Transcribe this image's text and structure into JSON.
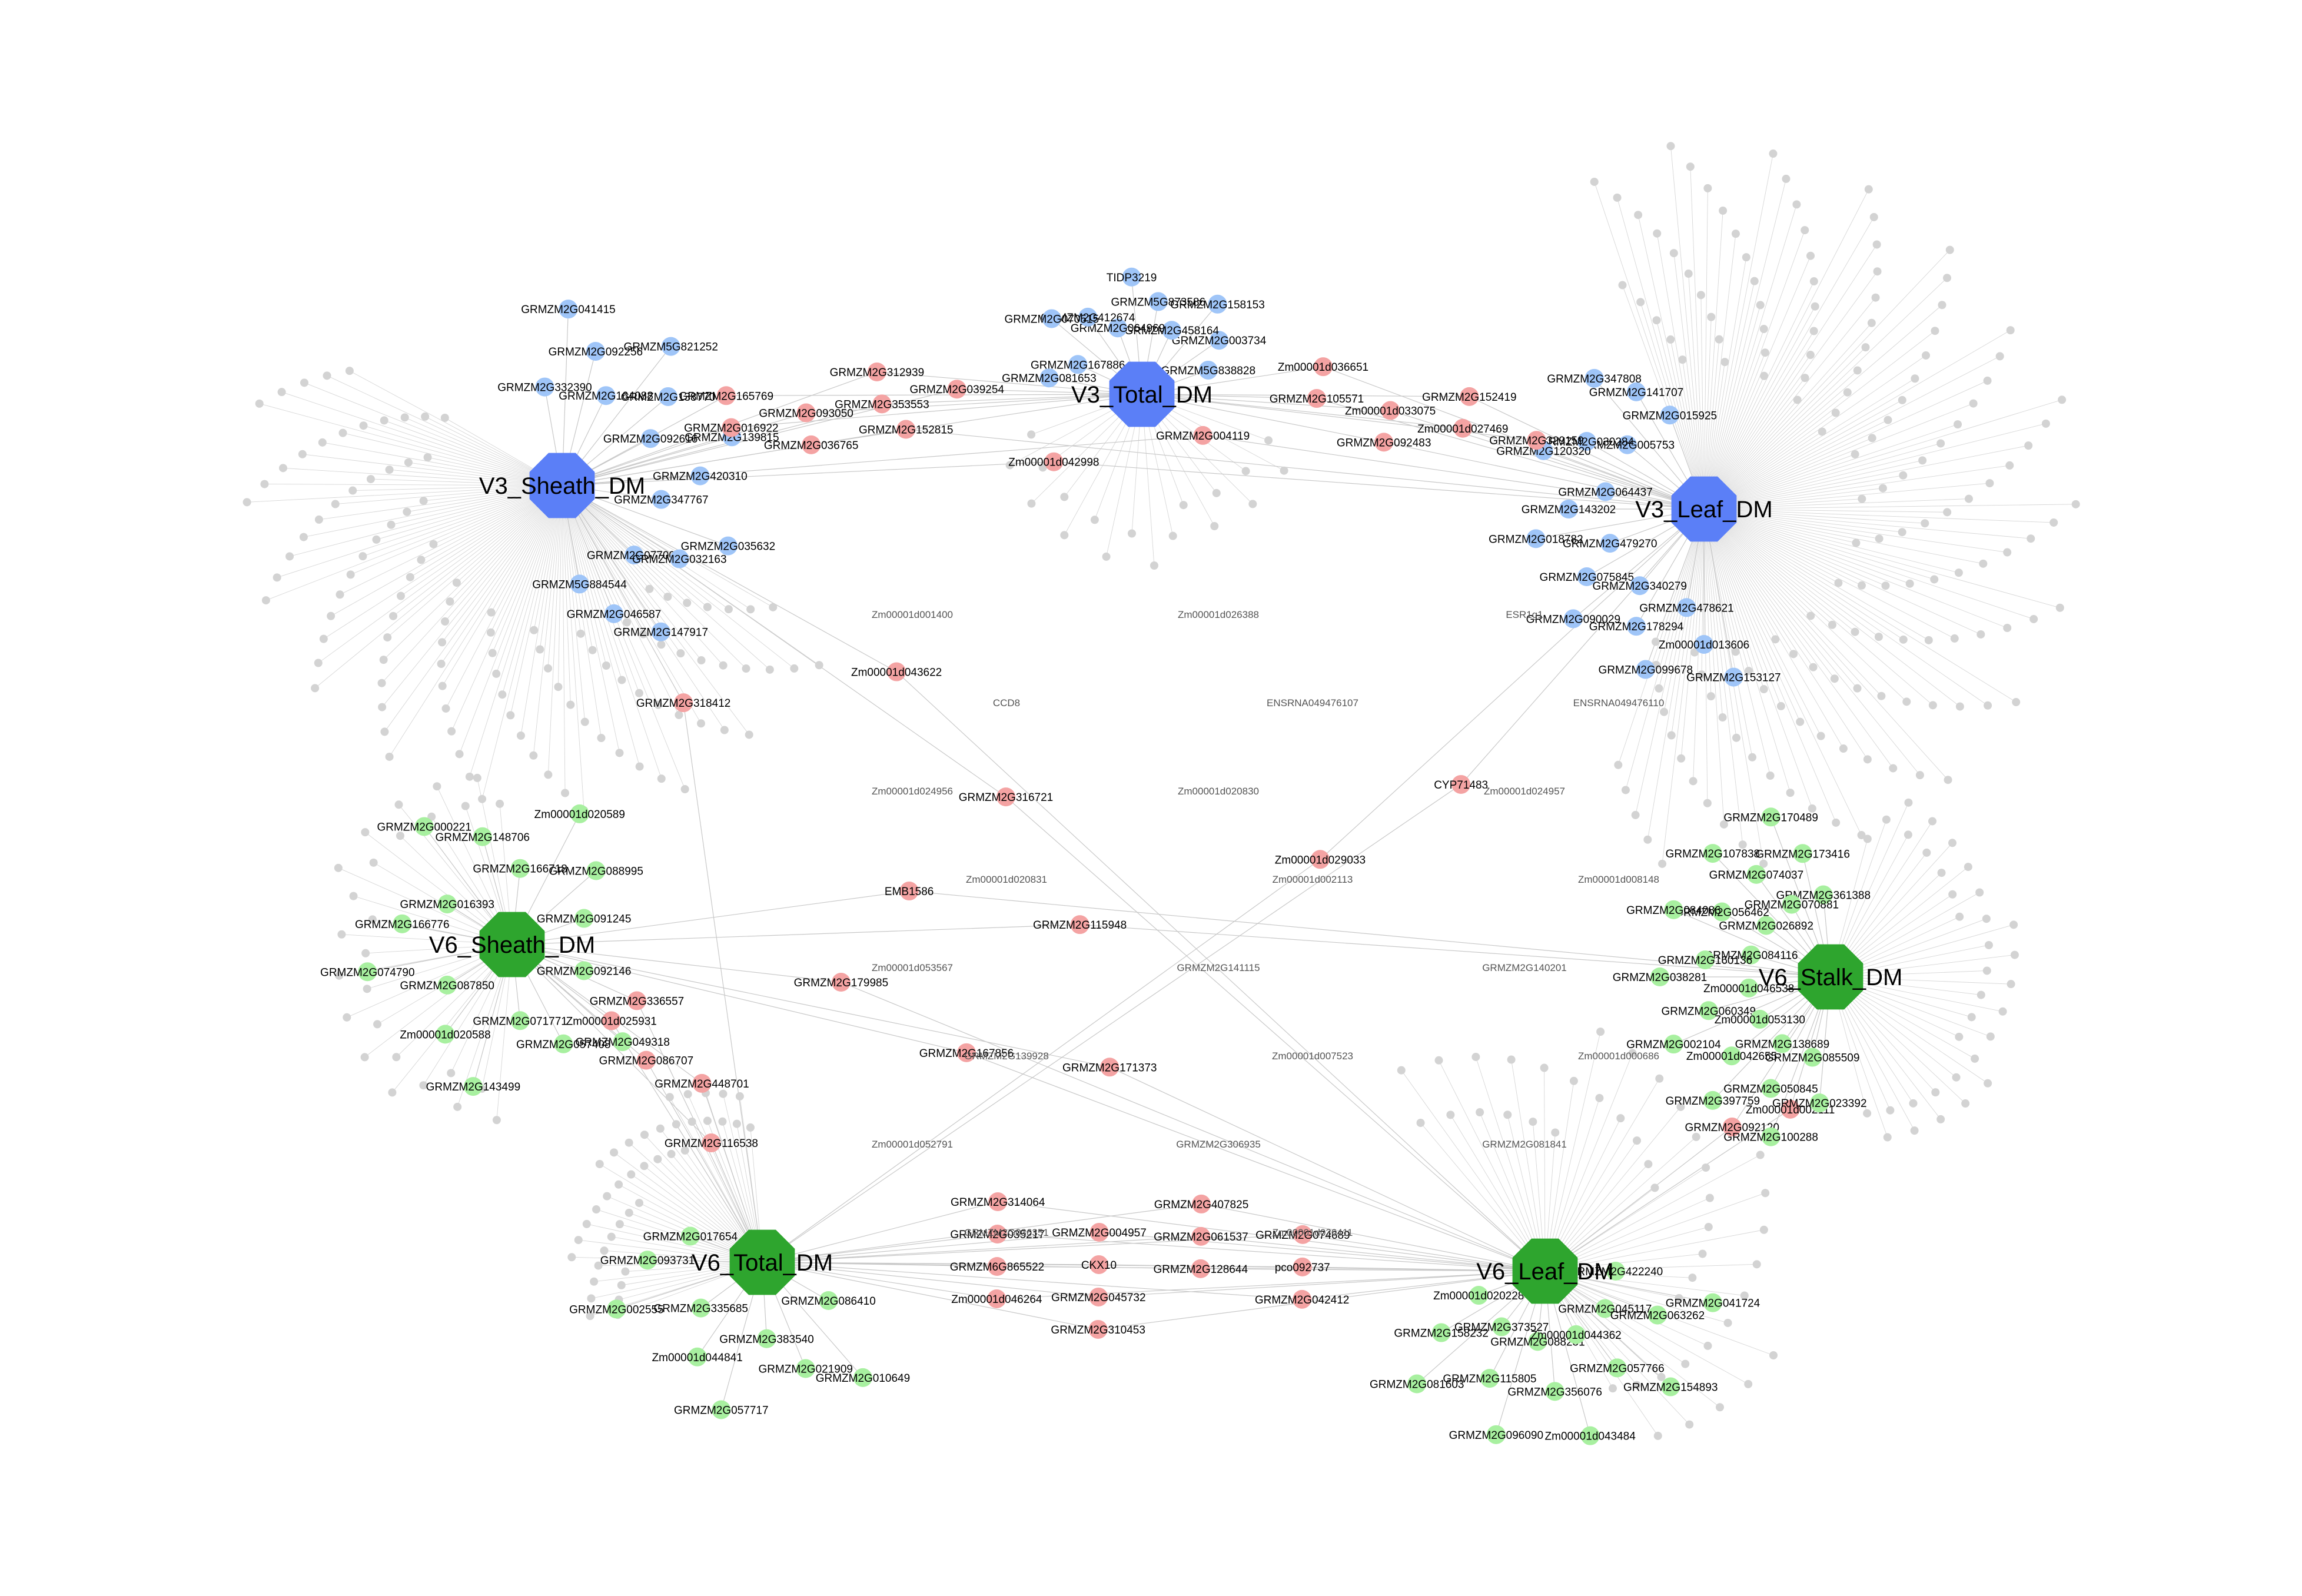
{
  "colors": {
    "v3_hub": "#5b7ff7",
    "v6_hub": "#2ea52e",
    "v3_node": "#9fc5f8",
    "v6_node": "#a8f0a0",
    "shared_node": "#f4a3a3",
    "spoke_node": "#d3d3d3",
    "edge": "#c8c8c8",
    "background": "#ffffff"
  },
  "hubs": [
    {
      "id": "v3_sheath",
      "label": "V3_Sheath_DM",
      "group": "v3"
    },
    {
      "id": "v3_total",
      "label": "V3_Total_DM",
      "group": "v3"
    },
    {
      "id": "v3_leaf",
      "label": "V3_Leaf_DM",
      "group": "v3"
    },
    {
      "id": "v6_sheath",
      "label": "V6_Sheath_DM",
      "group": "v6"
    },
    {
      "id": "v6_stalk",
      "label": "V6_Stalk_DM",
      "group": "v6"
    },
    {
      "id": "v6_total",
      "label": "V6_Total_DM",
      "group": "v6"
    },
    {
      "id": "v6_leaf",
      "label": "V6_Leaf_DM",
      "group": "v6"
    }
  ],
  "labeled_nodes": [
    {
      "label": "GRMZM5G884544",
      "group": "v3",
      "hubs": [
        "v3_sheath"
      ]
    },
    {
      "label": "GRMZM2G046587",
      "group": "v3",
      "hubs": [
        "v3_sheath"
      ]
    },
    {
      "label": "GRMZM2G147917",
      "group": "v3",
      "hubs": [
        "v3_sheath"
      ]
    },
    {
      "label": "GRMZM2G077004",
      "group": "v3",
      "hubs": [
        "v3_sheath"
      ]
    },
    {
      "label": "GRMZM2G032163",
      "group": "v3",
      "hubs": [
        "v3_sheath"
      ]
    },
    {
      "label": "GRMZM2G035632",
      "group": "v3",
      "hubs": [
        "v3_sheath"
      ]
    },
    {
      "label": "GRMZM2G347767",
      "group": "v3",
      "hubs": [
        "v3_sheath"
      ]
    },
    {
      "label": "GRMZM2G420310",
      "group": "v3",
      "hubs": [
        "v3_sheath"
      ]
    },
    {
      "label": "GRMZM2G139815",
      "group": "v3",
      "hubs": [
        "v3_sheath"
      ]
    },
    {
      "label": "GRMZM2G092616",
      "group": "v3",
      "hubs": [
        "v3_sheath"
      ]
    },
    {
      "label": "GRMZM2G138770",
      "group": "v3",
      "hubs": [
        "v3_sheath"
      ]
    },
    {
      "label": "GRMZM5G821252",
      "group": "v3",
      "hubs": [
        "v3_sheath"
      ]
    },
    {
      "label": "GRMZM2G164088",
      "group": "v3",
      "hubs": [
        "v3_sheath"
      ]
    },
    {
      "label": "GRMZM2G092256",
      "group": "v3",
      "hubs": [
        "v3_sheath"
      ]
    },
    {
      "label": "GRMZM2G041415",
      "group": "v3",
      "hubs": [
        "v3_sheath"
      ]
    },
    {
      "label": "GRMZM2G332390",
      "group": "v3",
      "hubs": [
        "v3_sheath"
      ]
    },
    {
      "label": "GRMZM5G838828",
      "group": "v3",
      "hubs": [
        "v3_total"
      ]
    },
    {
      "label": "GRMZM2G003734",
      "group": "v3",
      "hubs": [
        "v3_total"
      ]
    },
    {
      "label": "GRMZM2G158153",
      "group": "v3",
      "hubs": [
        "v3_total"
      ]
    },
    {
      "label": "GRMZM2G458164",
      "group": "v3",
      "hubs": [
        "v3_total"
      ]
    },
    {
      "label": "GRMZM5G873586",
      "group": "v3",
      "hubs": [
        "v3_total"
      ]
    },
    {
      "label": "TIDP3219",
      "group": "v3",
      "hubs": [
        "v3_total"
      ]
    },
    {
      "label": "GRMZM2G064969",
      "group": "v3",
      "hubs": [
        "v3_total"
      ]
    },
    {
      "label": "GRMZM2G412674",
      "group": "v3",
      "hubs": [
        "v3_total"
      ]
    },
    {
      "label": "GRMZM2G070515",
      "group": "v3",
      "hubs": [
        "v3_total"
      ]
    },
    {
      "label": "GRMZM2G167886",
      "group": "v3",
      "hubs": [
        "v3_total"
      ]
    },
    {
      "label": "GRMZM2G081653",
      "group": "v3",
      "hubs": [
        "v3_total"
      ]
    },
    {
      "label": "GRMZM2G015925",
      "group": "v3",
      "hubs": [
        "v3_leaf"
      ]
    },
    {
      "label": "GRMZM2G141707",
      "group": "v3",
      "hubs": [
        "v3_leaf"
      ]
    },
    {
      "label": "GRMZM2G347808",
      "group": "v3",
      "hubs": [
        "v3_leaf"
      ]
    },
    {
      "label": "GRMZM2G005753",
      "group": "v3",
      "hubs": [
        "v3_leaf"
      ]
    },
    {
      "label": "GRMZM2G030284",
      "group": "v3",
      "hubs": [
        "v3_leaf"
      ]
    },
    {
      "label": "GRMZM2G120320",
      "group": "v3",
      "hubs": [
        "v3_leaf"
      ]
    },
    {
      "label": "GRMZM2G064437",
      "group": "v3",
      "hubs": [
        "v3_leaf"
      ]
    },
    {
      "label": "GRMZM2G143202",
      "group": "v3",
      "hubs": [
        "v3_leaf"
      ]
    },
    {
      "label": "GRMZM2G018782",
      "group": "v3",
      "hubs": [
        "v3_leaf"
      ]
    },
    {
      "label": "GRMZM2G479270",
      "group": "v3",
      "hubs": [
        "v3_leaf"
      ]
    },
    {
      "label": "GRMZM2G075845",
      "group": "v3",
      "hubs": [
        "v3_leaf"
      ]
    },
    {
      "label": "GRMZM2G090029",
      "group": "v3",
      "hubs": [
        "v3_leaf"
      ]
    },
    {
      "label": "GRMZM2G340279",
      "group": "v3",
      "hubs": [
        "v3_leaf"
      ]
    },
    {
      "label": "GRMZM2G178294",
      "group": "v3",
      "hubs": [
        "v3_leaf"
      ]
    },
    {
      "label": "GRMZM2G099678",
      "group": "v3",
      "hubs": [
        "v3_leaf"
      ]
    },
    {
      "label": "GRMZM2G478621",
      "group": "v3",
      "hubs": [
        "v3_leaf"
      ]
    },
    {
      "label": "Zm00001d013606",
      "group": "v3",
      "hubs": [
        "v3_leaf"
      ]
    },
    {
      "label": "GRMZM2G153127",
      "group": "v3",
      "hubs": [
        "v3_leaf"
      ]
    },
    {
      "label": "GRMZM2G165769",
      "group": "shared",
      "hubs": [
        "v3_sheath",
        "v3_total"
      ]
    },
    {
      "label": "GRMZM2G093050",
      "group": "shared",
      "hubs": [
        "v3_sheath",
        "v3_total"
      ]
    },
    {
      "label": "GRMZM2G312939",
      "group": "shared",
      "hubs": [
        "v3_sheath",
        "v3_total"
      ]
    },
    {
      "label": "GRMZM2G039254",
      "group": "shared",
      "hubs": [
        "v3_sheath",
        "v3_total"
      ]
    },
    {
      "label": "GRMZM2G016922",
      "group": "shared",
      "hubs": [
        "v3_sheath",
        "v3_total"
      ]
    },
    {
      "label": "GRMZM2G036765",
      "group": "shared",
      "hubs": [
        "v3_sheath",
        "v3_total"
      ]
    },
    {
      "label": "GRMZM2G353553",
      "group": "shared",
      "hubs": [
        "v3_sheath",
        "v3_total"
      ]
    },
    {
      "label": "Zm00001d036651",
      "group": "shared",
      "hubs": [
        "v3_total",
        "v3_leaf"
      ]
    },
    {
      "label": "Zm00001d033075",
      "group": "shared",
      "hubs": [
        "v3_total",
        "v3_leaf"
      ]
    },
    {
      "label": "GRMZM2G152419",
      "group": "shared",
      "hubs": [
        "v3_total",
        "v3_leaf"
      ]
    },
    {
      "label": "GRMZM2G329159",
      "group": "shared",
      "hubs": [
        "v3_total",
        "v3_leaf"
      ]
    },
    {
      "label": "GRMZM2G105571",
      "group": "shared",
      "hubs": [
        "v3_total",
        "v3_leaf"
      ]
    },
    {
      "label": "GRMZM2G092483",
      "group": "shared",
      "hubs": [
        "v3_total",
        "v3_leaf"
      ]
    },
    {
      "label": "Zm00001d027469",
      "group": "shared",
      "hubs": [
        "v3_total",
        "v3_leaf"
      ]
    },
    {
      "label": "GRMZM2G152815",
      "group": "shared",
      "hubs": [
        "v3_sheath",
        "v3_leaf"
      ]
    },
    {
      "label": "Zm00001d042998",
      "group": "shared",
      "hubs": [
        "v3_sheath",
        "v3_leaf"
      ]
    },
    {
      "label": "GRMZM2G004119",
      "group": "shared",
      "hubs": [
        "v3_sheath",
        "v3_leaf"
      ]
    },
    {
      "label": "GRMZM2G318412",
      "group": "shared",
      "hubs": [
        "v3_sheath",
        "v6_total"
      ]
    },
    {
      "label": "Zm00001d043622",
      "group": "shared",
      "hubs": [
        "v3_sheath",
        "v6_leaf"
      ]
    },
    {
      "label": "GRMZM2G316721",
      "group": "shared",
      "hubs": [
        "v3_sheath",
        "v6_leaf"
      ]
    },
    {
      "label": "CYP71483",
      "group": "shared",
      "hubs": [
        "v3_leaf",
        "v6_total"
      ]
    },
    {
      "label": "Zm00001d029033",
      "group": "shared",
      "hubs": [
        "v3_leaf",
        "v6_total"
      ]
    },
    {
      "label": "GRMZM2G336557",
      "group": "shared",
      "hubs": [
        "v6_sheath",
        "v6_total"
      ]
    },
    {
      "label": "EMB1586",
      "group": "shared",
      "hubs": [
        "v6_sheath",
        "v6_stalk"
      ]
    },
    {
      "label": "GRMZM2G179985",
      "group": "shared",
      "hubs": [
        "v6_sheath",
        "v6_leaf"
      ]
    },
    {
      "label": "GRMZM2G115948",
      "group": "shared",
      "hubs": [
        "v6_sheath",
        "v6_stalk"
      ]
    },
    {
      "label": "GRMZM2G086707",
      "group": "shared",
      "hubs": [
        "v6_sheath",
        "v6_total"
      ]
    },
    {
      "label": "GRMZM2G448701",
      "group": "shared",
      "hubs": [
        "v6_sheath",
        "v6_total"
      ]
    },
    {
      "label": "GRMZM2G167856",
      "group": "shared",
      "hubs": [
        "v6_sheath",
        "v6_leaf"
      ]
    },
    {
      "label": "GRMZM2G171373",
      "group": "shared",
      "hubs": [
        "v6_sheath",
        "v6_leaf"
      ]
    },
    {
      "label": "GRMZM2G116538",
      "group": "shared",
      "hubs": [
        "v6_sheath",
        "v6_total"
      ]
    },
    {
      "label": "Zm00001d025931",
      "group": "shared",
      "hubs": [
        "v6_sheath",
        "v6_total"
      ]
    },
    {
      "label": "Zm00001d002111",
      "group": "shared",
      "hubs": [
        "v6_stalk",
        "v6_leaf"
      ]
    },
    {
      "label": "GRMZM2G092120",
      "group": "shared",
      "hubs": [
        "v6_stalk",
        "v6_leaf"
      ]
    },
    {
      "label": "GRMZM2G314064",
      "group": "shared",
      "hubs": [
        "v6_total",
        "v6_leaf"
      ]
    },
    {
      "label": "GRMZM2G004957",
      "group": "shared",
      "hubs": [
        "v6_total",
        "v6_leaf"
      ]
    },
    {
      "label": "GRMZM2G407825",
      "group": "shared",
      "hubs": [
        "v6_total",
        "v6_leaf"
      ]
    },
    {
      "label": "GRMZM2G074689",
      "group": "shared",
      "hubs": [
        "v6_total",
        "v6_leaf"
      ]
    },
    {
      "label": "GRMZM2G035217",
      "group": "shared",
      "hubs": [
        "v6_total",
        "v6_leaf"
      ]
    },
    {
      "label": "CKX10",
      "group": "shared",
      "hubs": [
        "v6_total",
        "v6_leaf"
      ]
    },
    {
      "label": "GRMZM2G061537",
      "group": "shared",
      "hubs": [
        "v6_total",
        "v6_leaf"
      ]
    },
    {
      "label": "pco092737",
      "group": "shared",
      "hubs": [
        "v6_total",
        "v6_leaf"
      ]
    },
    {
      "label": "GRMZM6G865522",
      "group": "shared",
      "hubs": [
        "v6_total",
        "v6_leaf"
      ]
    },
    {
      "label": "GRMZM2G045732",
      "group": "shared",
      "hubs": [
        "v6_total",
        "v6_leaf"
      ]
    },
    {
      "label": "GRMZM2G128644",
      "group": "shared",
      "hubs": [
        "v6_total",
        "v6_leaf"
      ]
    },
    {
      "label": "GRMZM2G042412",
      "group": "shared",
      "hubs": [
        "v6_total",
        "v6_leaf"
      ]
    },
    {
      "label": "Zm00001d046264",
      "group": "shared",
      "hubs": [
        "v6_total",
        "v6_leaf"
      ]
    },
    {
      "label": "GRMZM2G310453",
      "group": "shared",
      "hubs": [
        "v6_total",
        "v6_leaf"
      ]
    },
    {
      "label": "GRMZM2G091245",
      "group": "v6",
      "hubs": [
        "v6_sheath"
      ]
    },
    {
      "label": "GRMZM2G088995",
      "group": "v6",
      "hubs": [
        "v6_sheath"
      ]
    },
    {
      "label": "Zm00001d020589",
      "group": "v6",
      "hubs": [
        "v6_sheath"
      ]
    },
    {
      "label": "GRMZM2G166718",
      "group": "v6",
      "hubs": [
        "v6_sheath"
      ]
    },
    {
      "label": "GRMZM2G148706",
      "group": "v6",
      "hubs": [
        "v6_sheath"
      ]
    },
    {
      "label": "GRMZM2G000221",
      "group": "v6",
      "hubs": [
        "v6_sheath"
      ]
    },
    {
      "label": "GRMZM2G016393",
      "group": "v6",
      "hubs": [
        "v6_sheath"
      ]
    },
    {
      "label": "GRMZM2G166776",
      "group": "v6",
      "hubs": [
        "v6_sheath"
      ]
    },
    {
      "label": "GRMZM2G074790",
      "group": "v6",
      "hubs": [
        "v6_sheath"
      ]
    },
    {
      "label": "GRMZM2G087850",
      "group": "v6",
      "hubs": [
        "v6_sheath"
      ]
    },
    {
      "label": "Zm00001d020588",
      "group": "v6",
      "hubs": [
        "v6_sheath"
      ]
    },
    {
      "label": "GRMZM2G143499",
      "group": "v6",
      "hubs": [
        "v6_sheath"
      ]
    },
    {
      "label": "GRMZM2G071771",
      "group": "v6",
      "hubs": [
        "v6_sheath"
      ]
    },
    {
      "label": "GRMZM2G057408",
      "group": "v6",
      "hubs": [
        "v6_sheath"
      ]
    },
    {
      "label": "GRMZM2G049318",
      "group": "v6",
      "hubs": [
        "v6_sheath"
      ]
    },
    {
      "label": "GRMZM2G092146",
      "group": "v6",
      "hubs": [
        "v6_sheath"
      ]
    },
    {
      "label": "GRMZM2G361388",
      "group": "v6",
      "hubs": [
        "v6_stalk"
      ]
    },
    {
      "label": "GRMZM2G173416",
      "group": "v6",
      "hubs": [
        "v6_stalk"
      ]
    },
    {
      "label": "GRMZM2G170489",
      "group": "v6",
      "hubs": [
        "v6_stalk"
      ]
    },
    {
      "label": "GRMZM2G070881",
      "group": "v6",
      "hubs": [
        "v6_stalk"
      ]
    },
    {
      "label": "GRMZM2G074037",
      "group": "v6",
      "hubs": [
        "v6_stalk"
      ]
    },
    {
      "label": "GRMZM2G107838",
      "group": "v6",
      "hubs": [
        "v6_stalk"
      ]
    },
    {
      "label": "GRMZM2G026892",
      "group": "v6",
      "hubs": [
        "v6_stalk"
      ]
    },
    {
      "label": "GRMZM2G056462",
      "group": "v6",
      "hubs": [
        "v6_stalk"
      ]
    },
    {
      "label": "GRMZM2G084086",
      "group": "v6",
      "hubs": [
        "v6_stalk"
      ]
    },
    {
      "label": "GRMZM2G084116",
      "group": "v6",
      "hubs": [
        "v6_stalk"
      ]
    },
    {
      "label": "GRMZM2G160136",
      "group": "v6",
      "hubs": [
        "v6_stalk"
      ]
    },
    {
      "label": "GRMZM2G038281",
      "group": "v6",
      "hubs": [
        "v6_stalk"
      ]
    },
    {
      "label": "Zm00001d046538",
      "group": "v6",
      "hubs": [
        "v6_stalk"
      ]
    },
    {
      "label": "GRMZM2G060349",
      "group": "v6",
      "hubs": [
        "v6_stalk"
      ]
    },
    {
      "label": "GRMZM2G002104",
      "group": "v6",
      "hubs": [
        "v6_stalk"
      ]
    },
    {
      "label": "Zm00001d053130",
      "group": "v6",
      "hubs": [
        "v6_stalk"
      ]
    },
    {
      "label": "Zm00001d042655",
      "group": "v6",
      "hubs": [
        "v6_stalk"
      ]
    },
    {
      "label": "GRMZM2G397759",
      "group": "v6",
      "hubs": [
        "v6_stalk"
      ]
    },
    {
      "label": "GRMZM2G138689",
      "group": "v6",
      "hubs": [
        "v6_stalk"
      ]
    },
    {
      "label": "GRMZM2G050845",
      "group": "v6",
      "hubs": [
        "v6_stalk"
      ]
    },
    {
      "label": "GRMZM2G100288",
      "group": "v6",
      "hubs": [
        "v6_stalk"
      ]
    },
    {
      "label": "GRMZM2G085509",
      "group": "v6",
      "hubs": [
        "v6_stalk"
      ]
    },
    {
      "label": "GRMZM2G023392",
      "group": "v6",
      "hubs": [
        "v6_stalk"
      ]
    },
    {
      "label": "GRMZM2G017654",
      "group": "v6",
      "hubs": [
        "v6_total"
      ]
    },
    {
      "label": "GRMZM2G093731",
      "group": "v6",
      "hubs": [
        "v6_total"
      ]
    },
    {
      "label": "GRMZM2G002555",
      "group": "v6",
      "hubs": [
        "v6_total"
      ]
    },
    {
      "label": "GRMZM2G335685",
      "group": "v6",
      "hubs": [
        "v6_total"
      ]
    },
    {
      "label": "Zm00001d044841",
      "group": "v6",
      "hubs": [
        "v6_total"
      ]
    },
    {
      "label": "GRMZM2G057717",
      "group": "v6",
      "hubs": [
        "v6_total"
      ]
    },
    {
      "label": "GRMZM2G383540",
      "group": "v6",
      "hubs": [
        "v6_total"
      ]
    },
    {
      "label": "GRMZM2G021909",
      "group": "v6",
      "hubs": [
        "v6_total"
      ]
    },
    {
      "label": "GRMZM2G010649",
      "group": "v6",
      "hubs": [
        "v6_total"
      ]
    },
    {
      "label": "GRMZM2G086410",
      "group": "v6",
      "hubs": [
        "v6_total"
      ]
    },
    {
      "label": "Zm00001d020228",
      "group": "v6",
      "hubs": [
        "v6_leaf"
      ]
    },
    {
      "label": "GRMZM2G158232",
      "group": "v6",
      "hubs": [
        "v6_leaf"
      ]
    },
    {
      "label": "GRMZM2G081603",
      "group": "v6",
      "hubs": [
        "v6_leaf"
      ]
    },
    {
      "label": "GRMZM2G373527",
      "group": "v6",
      "hubs": [
        "v6_leaf"
      ]
    },
    {
      "label": "GRMZM2G115805",
      "group": "v6",
      "hubs": [
        "v6_leaf"
      ]
    },
    {
      "label": "GRMZM2G096090",
      "group": "v6",
      "hubs": [
        "v6_leaf"
      ]
    },
    {
      "label": "GRMZM2G088231",
      "group": "v6",
      "hubs": [
        "v6_leaf"
      ]
    },
    {
      "label": "GRMZM2G356076",
      "group": "v6",
      "hubs": [
        "v6_leaf"
      ]
    },
    {
      "label": "Zm00001d043484",
      "group": "v6",
      "hubs": [
        "v6_leaf"
      ]
    },
    {
      "label": "Zm00001d044362",
      "group": "v6",
      "hubs": [
        "v6_leaf"
      ]
    },
    {
      "label": "GRMZM2G057766",
      "group": "v6",
      "hubs": [
        "v6_leaf"
      ]
    },
    {
      "label": "GRMZM2G154893",
      "group": "v6",
      "hubs": [
        "v6_leaf"
      ]
    },
    {
      "label": "GRMZM2G045117",
      "group": "v6",
      "hubs": [
        "v6_leaf"
      ]
    },
    {
      "label": "GRMZM2G063262",
      "group": "v6",
      "hubs": [
        "v6_leaf"
      ]
    },
    {
      "label": "GRMZM2G041724",
      "group": "v6",
      "hubs": [
        "v6_leaf"
      ]
    },
    {
      "label": "GRMZM2G422240",
      "group": "v6",
      "hubs": [
        "v6_leaf"
      ]
    }
  ],
  "small_labels": [
    "Zm00001d001400",
    "Zm00001d026388",
    "ESR1g1",
    "CCD8",
    "ENSRNA049476107",
    "ENSRNA049476110",
    "Zm00001d024956",
    "Zm00001d020830",
    "Zm00001d024957",
    "Zm00001d020831",
    "Zm00001d002113",
    "Zm00001d008148",
    "Zm00001d053567",
    "GRMZM2G141115",
    "GRMZM2G140201",
    "GRMZM2G139928",
    "Zm00001d007523",
    "Zm00001d000686",
    "Zm00001d052791",
    "GRMZM2G306935",
    "GRMZM2G081841",
    "GRMZM2G036351",
    "Zm00001d036411"
  ],
  "spoke_counts": {
    "v3_sheath": 110,
    "v3_total": 18,
    "v3_leaf": 150,
    "v6_sheath": 26,
    "v6_stalk": 34,
    "v6_total": 40,
    "v6_leaf": 44
  }
}
